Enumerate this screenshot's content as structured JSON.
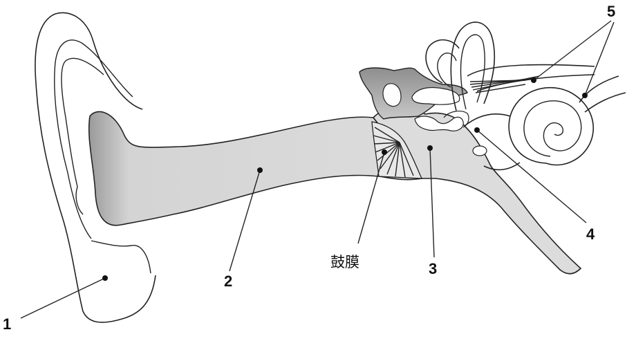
{
  "labels": {
    "outer_ear": "1",
    "ear_canal": "2",
    "middle_ear": "3",
    "inner_ear": "4",
    "semicircular": "5",
    "eardrum": "鼓膜"
  }
}
